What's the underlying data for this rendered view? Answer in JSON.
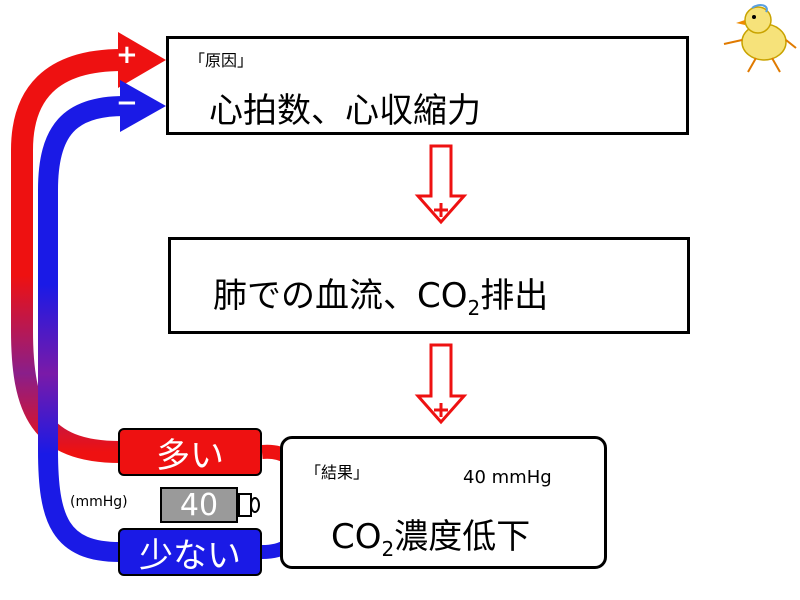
{
  "cause_box": {
    "label": "「原因」",
    "text": "心拍数、心収縮力"
  },
  "flow_box": {
    "text_prefix": "肺での血流、CO",
    "subscript": "2",
    "text_suffix": "排出"
  },
  "result_box": {
    "label": "「結果」",
    "value": "40 mmHg",
    "text_prefix": "CO",
    "subscript": "2",
    "text_suffix": "濃度低下"
  },
  "signs": {
    "plus": "+",
    "minus": "−"
  },
  "pills": {
    "many": "多い",
    "few": "少ない"
  },
  "gauge": {
    "unit": "(mmHg)",
    "value": "40"
  },
  "colors": {
    "red": "#ee1111",
    "blue": "#1a1ae6",
    "gauge": "#9a9a9a"
  },
  "icons": [
    "chick-icon",
    "down-arrow-plus-icon"
  ]
}
